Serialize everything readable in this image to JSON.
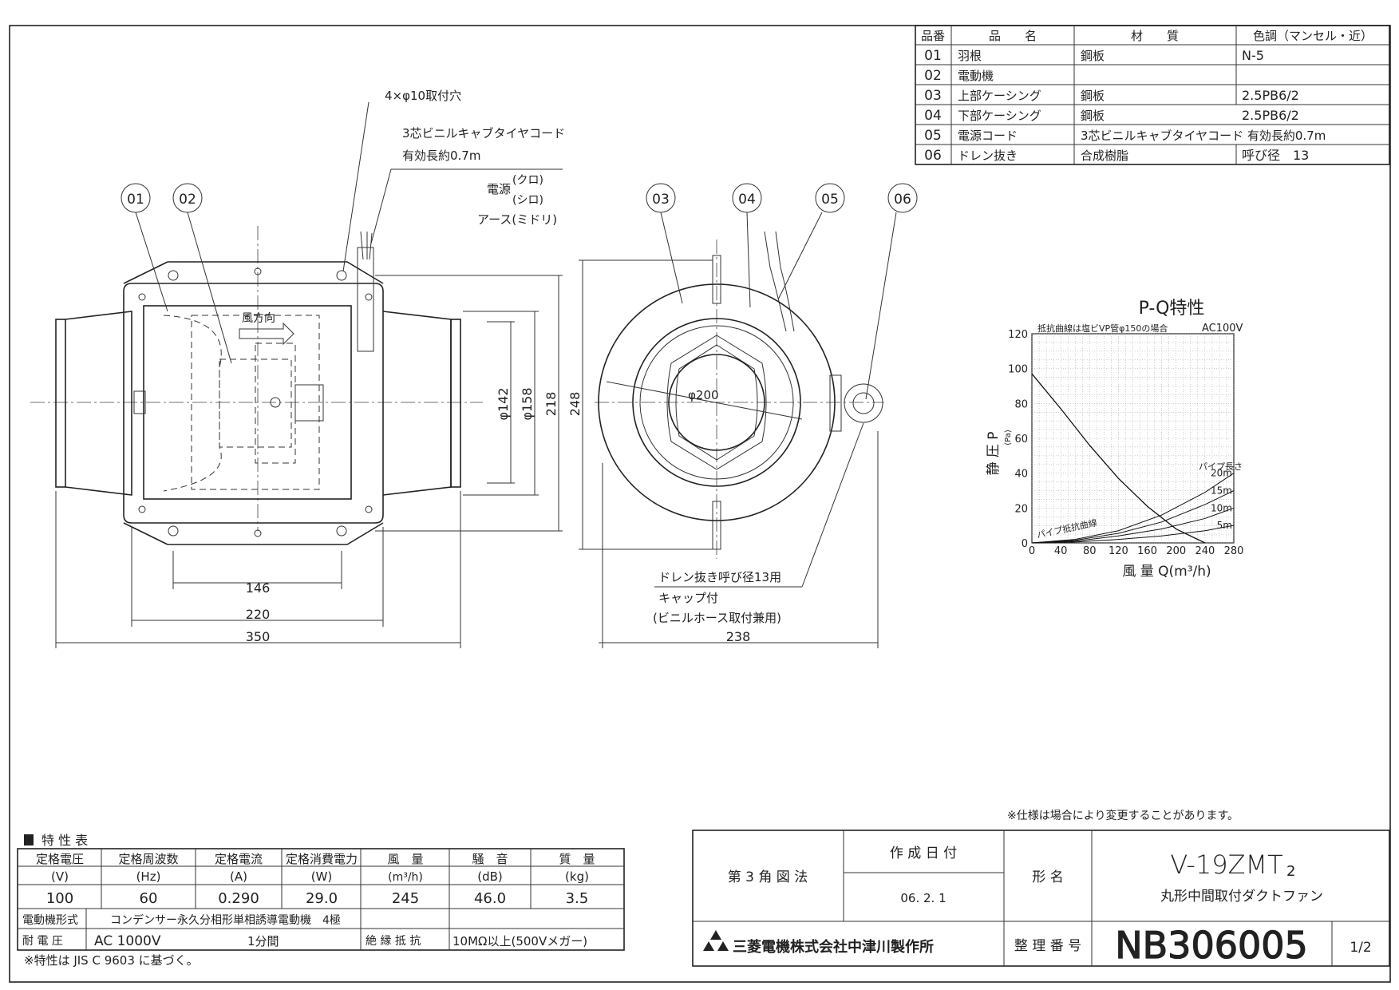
{
  "parts_table": {
    "headers": [
      "品番",
      "品　　名",
      "材　　質",
      "色調（マンセル・近）"
    ],
    "rows": [
      [
        "01",
        "羽根",
        "鋼板",
        "N-5"
      ],
      [
        "02",
        "電動機",
        "",
        ""
      ],
      [
        "03",
        "上部ケーシング",
        "鋼板",
        "2.5PB6/2"
      ],
      [
        "04",
        "下部ケーシング",
        "鋼板",
        "2.5PB6/2"
      ],
      [
        "05",
        "電源コード",
        "3芯ビニルキャブタイヤコード 有効長約0.7m",
        ""
      ],
      [
        "06",
        "ドレン抜き",
        "合成樹脂",
        "呼び径　13"
      ]
    ]
  },
  "drawing": {
    "mount_hole_note": "4×φ10取付穴",
    "cord_note_1": "3芯ビニルキャブタイヤコード",
    "cord_note_2": "有効長約0.7m",
    "wire_power": "電源",
    "wire_black": "(クロ)",
    "wire_white": "(シロ)",
    "wire_earth": "アース(ミドリ)",
    "airflow_label": "風方向",
    "callouts": [
      "01",
      "02",
      "03",
      "04",
      "05",
      "06"
    ],
    "dims": {
      "d146": "146",
      "d220": "220",
      "d350": "350",
      "d238": "238",
      "d142": "φ142",
      "d158": "φ158",
      "d218": "218",
      "d248": "248",
      "d200": "φ200"
    },
    "drain_note_1": "ドレン抜き呼び径13用",
    "drain_note_2": "キャップ付",
    "drain_note_3": "(ビニルホース取付兼用)"
  },
  "chart_data": {
    "type": "line",
    "title": "P-Q特性",
    "subtitle": "抵抗曲線は塩ビVP管φ150の場合",
    "voltage_label": "AC100V",
    "xlabel": "風 量 Q(m³/h)",
    "ylabel": "静 圧 P",
    "ylabel_unit": "(Pa)",
    "x_ticks": [
      "0",
      "40",
      "80",
      "120",
      "160",
      "200",
      "240",
      "280"
    ],
    "y_ticks": [
      "0",
      "20",
      "40",
      "60",
      "80",
      "100",
      "120"
    ],
    "xlim": [
      0,
      280
    ],
    "ylim": [
      0,
      120
    ],
    "pipe_length_label": "パイプ長さ",
    "resistance_label": "パイプ抵抗曲線",
    "series": [
      {
        "name": "",
        "x": [
          0,
          40,
          80,
          120,
          160,
          200,
          240
        ],
        "y": [
          97,
          77,
          56,
          37,
          21,
          8,
          0
        ]
      },
      {
        "name": "20m",
        "x": [
          0,
          60,
          120,
          180,
          240,
          280
        ],
        "y": [
          0,
          2,
          7,
          16,
          29,
          40
        ]
      },
      {
        "name": "15m",
        "x": [
          0,
          60,
          120,
          180,
          240,
          280
        ],
        "y": [
          0,
          1.5,
          5.5,
          12,
          22,
          30
        ]
      },
      {
        "name": "10m",
        "x": [
          0,
          60,
          120,
          180,
          240,
          280
        ],
        "y": [
          0,
          1,
          4,
          8,
          14,
          20
        ]
      },
      {
        "name": "5m",
        "x": [
          0,
          60,
          120,
          180,
          240,
          280
        ],
        "y": [
          0,
          0.5,
          2,
          4,
          7,
          10
        ]
      }
    ]
  },
  "spec_table": {
    "title": "特 性 表",
    "headers": [
      "定格電圧",
      "定格周波数",
      "定格電流",
      "定格消費電力",
      "風　量",
      "騒　音",
      "質　量"
    ],
    "units": [
      "(V)",
      "(Hz)",
      "(A)",
      "(W)",
      "(m³/h)",
      "(dB)",
      "(kg)"
    ],
    "values": [
      "100",
      "60",
      "0.290",
      "29.0",
      "245",
      "46.0",
      "3.5"
    ],
    "motor_type_label": "電動機形式",
    "motor_type": "コンデンサー永久分相形単相誘導電動機　4極",
    "withstand_label": "耐 電 圧",
    "withstand_value": "AC 1000V",
    "withstand_time": "1分間",
    "insulation_label": "絶 縁 抵 抗",
    "insulation_value": "10MΩ以上(500Vメガー)",
    "footnote": "※特性は JIS C 9603 に基づく。"
  },
  "spec_note": "※仕様は場合により変更することがあります。",
  "title_block": {
    "projection": "第 3 角 図 法",
    "date_label": "作 成 日 付",
    "date": "06. 2. 1",
    "model_label": "形 名",
    "model": "V-19ZMT",
    "model_sub": "2",
    "product_name": "丸形中間取付ダクトファン",
    "company": "三菱電機株式会社中津川製作所",
    "ref_label": "整 理 番 号",
    "ref_number": "NB306005",
    "page": "1/2"
  },
  "colors": {
    "line": "#222222",
    "paper": "#ffffff"
  }
}
